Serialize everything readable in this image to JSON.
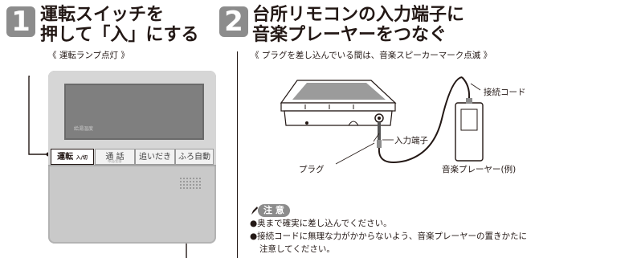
{
  "step1": {
    "number": "1",
    "title_line1": "運転スイッチを",
    "title_line2": "押して「入」にする",
    "subtitle": "《 運転ランプ点灯 》"
  },
  "remote": {
    "screen_text": "給湯温度",
    "buttons": [
      {
        "label": "運転",
        "sub": "入/切"
      },
      {
        "label": "通 話",
        "sub": "呼出/応答"
      },
      {
        "label": "追いだき",
        "sub": ""
      },
      {
        "label": "ふろ自動",
        "sub": ""
      }
    ]
  },
  "step2": {
    "number": "2",
    "title_line1": "台所リモコンの入力端子に",
    "title_line2": "音楽プレーヤーをつなぐ",
    "subtitle": "《 プラグを差し込んでいる間は、音楽スピーカーマーク点滅 》"
  },
  "diagram": {
    "cord_label": "接続コード",
    "jack_label": "入力端子",
    "plug_label": "プラグ",
    "player_label": "音楽プレーヤー(例)"
  },
  "caution": {
    "badge": "注 意",
    "line1": "●奥まで確実に差し込んでください。",
    "line2": "●接続コードに無理な力がかからないよう、音楽プレーヤーの置きかたに",
    "line3": "注意してください。"
  },
  "colors": {
    "step_badge": "#8c8c8c",
    "text": "#231815"
  }
}
